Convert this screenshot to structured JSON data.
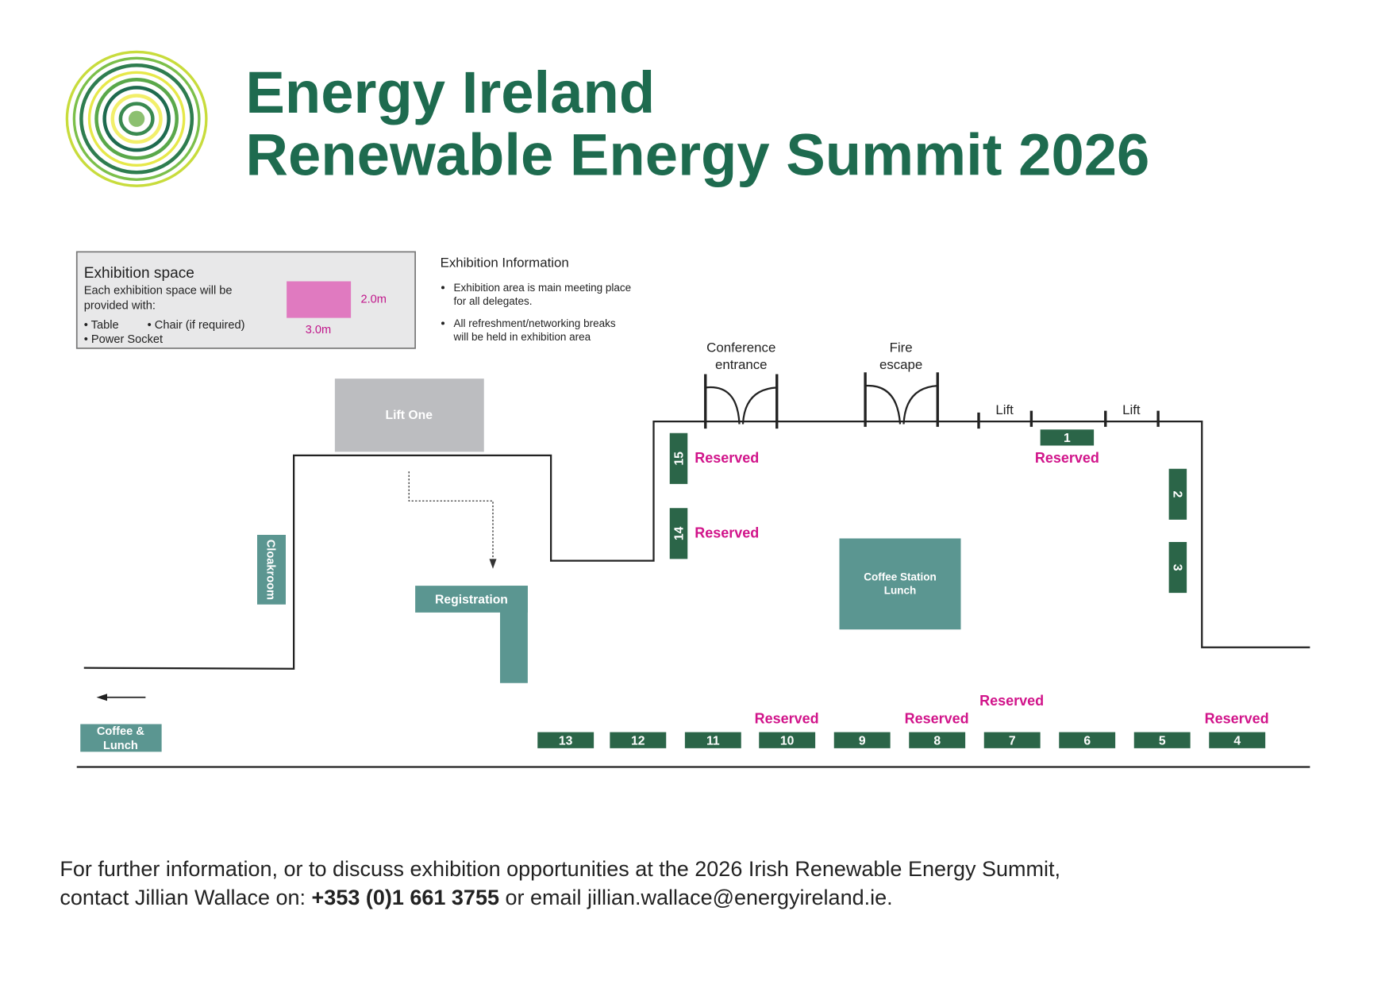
{
  "header": {
    "title_line1": "Energy Ireland",
    "title_line2": "Renewable Energy Summit 2026"
  },
  "legend": {
    "heading": "Exhibition space",
    "desc_line1": "Each exhibition space will be",
    "desc_line2": "provided with:",
    "item_table": "• Table",
    "item_chair": "• Chair (if required)",
    "item_power": "• Power Socket",
    "depth": "2.0m",
    "width": "3.0m"
  },
  "info": {
    "heading": "Exhibition Information",
    "bullet1_line1": "Exhibition area is main meeting place",
    "bullet1_line2": "for all delegates.",
    "bullet2_line1": "All refreshment/networking breaks",
    "bullet2_line2": "will be held in exhibition area"
  },
  "map": {
    "conference_line1": "Conference",
    "conference_line2": "entrance",
    "fire_line1": "Fire",
    "fire_line2": "escape",
    "lift_label": "Lift",
    "lift_one": "Lift One",
    "registration": "Registration",
    "cloakroom": "Cloakroom",
    "coffee_lunch_line1": "Coffee &",
    "coffee_lunch_line2": "Lunch",
    "coffee_station_line1": "Coffee Station",
    "coffee_station_line2": "Lunch",
    "reserved_label": "Reserved"
  },
  "booths": [
    {
      "number": "1",
      "reserved": true
    },
    {
      "number": "2",
      "reserved": false
    },
    {
      "number": "3",
      "reserved": false
    },
    {
      "number": "4",
      "reserved": true
    },
    {
      "number": "5",
      "reserved": false
    },
    {
      "number": "6",
      "reserved": false
    },
    {
      "number": "7",
      "reserved": true
    },
    {
      "number": "8",
      "reserved": true
    },
    {
      "number": "9",
      "reserved": false
    },
    {
      "number": "10",
      "reserved": true
    },
    {
      "number": "11",
      "reserved": false
    },
    {
      "number": "12",
      "reserved": false
    },
    {
      "number": "13",
      "reserved": false
    },
    {
      "number": "14",
      "reserved": true
    },
    {
      "number": "15",
      "reserved": true
    }
  ],
  "footer": {
    "line1": "For further information, or to discuss exhibition opportunities at the 2026 Irish Renewable Energy Summit,",
    "line2_prefix": "contact Jillian Wallace on: ",
    "phone": "+353 (0)1 661 3755",
    "line2_suffix": " or email jillian.wallace@energyireland.ie."
  },
  "colors": {
    "brand_green": "#1e6b4f",
    "booth": "#2b6548",
    "teal": "#5b9691",
    "reserved": "#d1148a",
    "stand_sample": "#e07ac0"
  }
}
